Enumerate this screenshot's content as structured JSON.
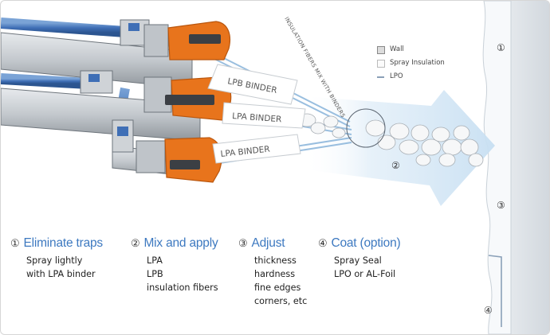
{
  "legend": {
    "items": [
      {
        "label": "Wall",
        "kind": "wall"
      },
      {
        "label": "Spray Insulation",
        "kind": "spray"
      },
      {
        "label": "LPO",
        "kind": "lpo"
      }
    ]
  },
  "diagram": {
    "fiber_label": "INSULATION FIBERS MIX WITH BINDERS",
    "binder_labels": [
      "LPB BINDER",
      "LPA BINDER",
      "LPA BINDER"
    ],
    "markers": {
      "spray": "②",
      "wall_top": "①",
      "wall_mid": "③",
      "wall_bottom": "④"
    }
  },
  "steps": [
    {
      "num": "①",
      "title": "Eliminate traps",
      "lines": [
        "Spray lightly",
        "with LPA binder"
      ]
    },
    {
      "num": "②",
      "title": "Mix and apply",
      "lines": [
        "LPA",
        "LPB",
        "insulation fibers"
      ]
    },
    {
      "num": "③",
      "title": "Adjust",
      "lines": [
        "thickness",
        "hardness",
        "fine edges",
        "corners, etc"
      ]
    },
    {
      "num": "④",
      "title": "Coat (option)",
      "lines": [
        "Spray Seal",
        "LPO or AL-Foil"
      ]
    }
  ],
  "colors": {
    "hose": "#3f6fb6",
    "nozzle_orange": "#e8741c",
    "gun_body": "#b9bec3",
    "wall": "#dde2e7",
    "title_blue": "#3d79c0",
    "spray_arrow": "#cfe2f3"
  }
}
